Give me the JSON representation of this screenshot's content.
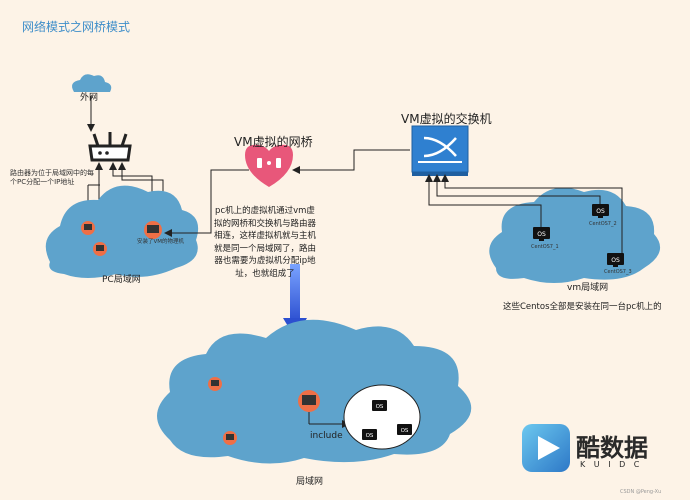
{
  "title": "网络模式之网桥模式",
  "external": {
    "label": "外网"
  },
  "router": {
    "note": "路由器为位于局域网中的每个PC分配一个IP地址"
  },
  "pc_lan": {
    "label": "PC局域网",
    "vm_host_label": "安装了VM的物理机"
  },
  "bridge": {
    "label": "VM虚拟的网桥"
  },
  "switch": {
    "label": "VM虚拟的交换机"
  },
  "description": "pc机上的虚拟机通过vm虚拟的网桥和交换机与路由器相连，这样虚拟机就与主机就是同一个局域网了，路由器也需要为虚拟机分配ip地址，也就组成了",
  "vm_lan": {
    "label": "vm局域网",
    "nodes": [
      {
        "os": "OS",
        "name": "CentOS7_1"
      },
      {
        "os": "OS",
        "name": "CentOS7_2"
      },
      {
        "os": "OS",
        "name": "CentOS7_3"
      }
    ],
    "note": "这些Centos全部是安装在同一台pc机上的"
  },
  "lan": {
    "label": "局域网",
    "include_label": "include",
    "vm_os": [
      "OS",
      "OS",
      "OS"
    ]
  },
  "watermark": {
    "chars": "酷数据",
    "letters": "K U I D C",
    "credit": "CSDN @Peng-Xu"
  },
  "colors": {
    "cloud": "#5ea3cc",
    "bridge": "#e8577a",
    "switch": "#2f80d0",
    "arrow": "#3b5fd6",
    "title": "#3f8ec9"
  }
}
